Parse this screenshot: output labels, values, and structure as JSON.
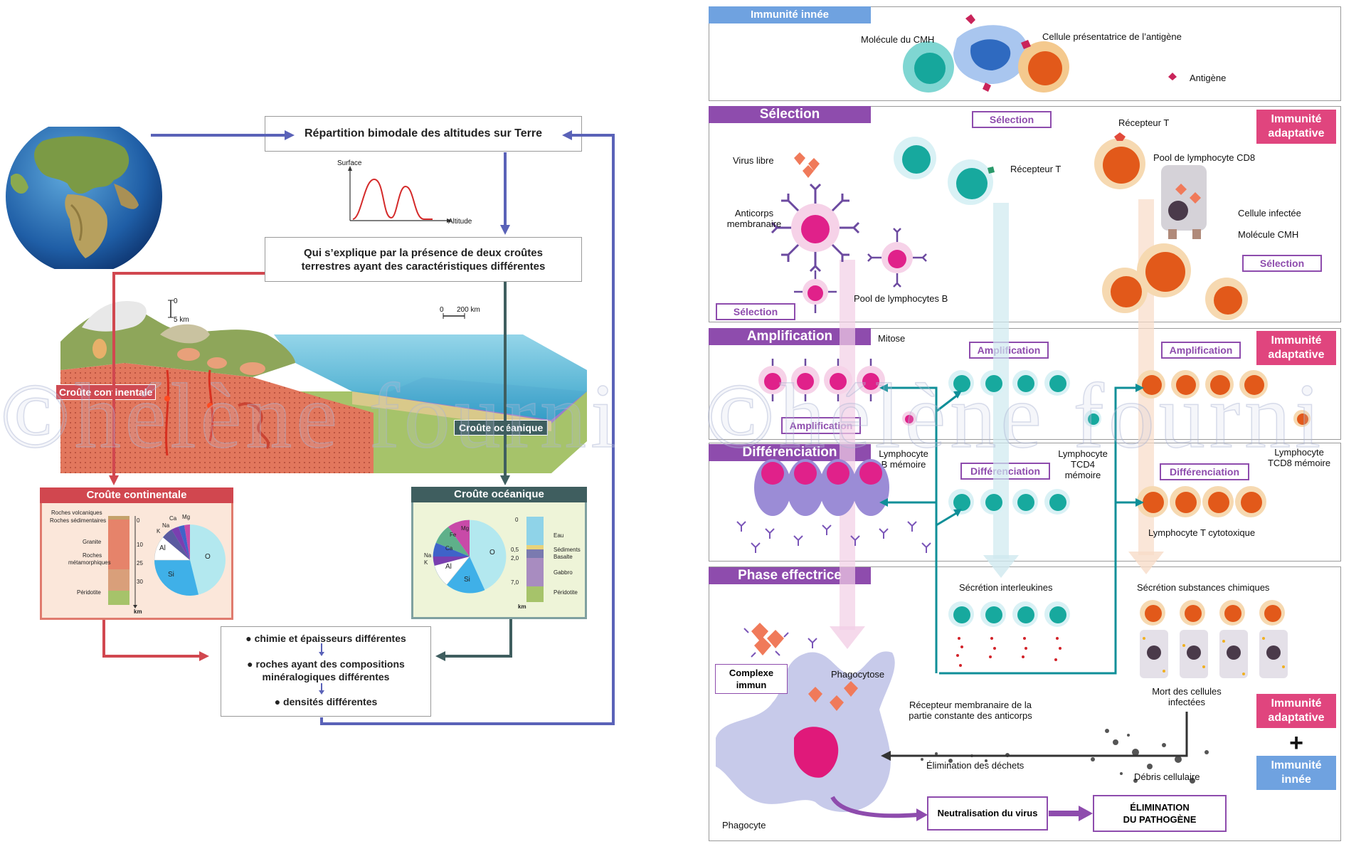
{
  "geology": {
    "box_top": "Répartition bimodale des altitudes sur Terre",
    "graph_surface": "Surface",
    "graph_altitude": "Altitude",
    "box_mid_line1": "Qui s’explique par la présence de deux croûtes",
    "box_mid_line2": "terrestres ayant des caractéristiques différentes",
    "scale_zero": "0",
    "scale_5km": "5 km",
    "scale_0": "0",
    "scale_200km": "200 km",
    "label_continental": "Croûte continentale",
    "label_oceanic": "Croûte océanique",
    "cont_panel": {
      "title": "Croûte continentale",
      "roches_volcaniques": "Roches volcaniques",
      "roches_sedimentaires": "Roches sédimentaires",
      "granite": "Granite",
      "roches_meta_1": "Roches",
      "roches_meta_2": "métamorphiques",
      "peridotite": "Péridotite",
      "depths": [
        "0",
        "10",
        "25",
        "30"
      ],
      "km": "km",
      "pie_labels": {
        "na": "Na",
        "k": "K",
        "ca": "Ca",
        "mg": "Mg",
        "al": "Al",
        "si": "Si",
        "o": "O"
      }
    },
    "oce_panel": {
      "title": "Croûte océanique",
      "eau": "Eau",
      "sediments": "Sédiments",
      "basalte": "Basalte",
      "gabbro": "Gabbro",
      "peridotite": "Péridotite",
      "depths": [
        "0",
        "0,5",
        "2,0",
        "7,0"
      ],
      "km": "km",
      "pie_labels": {
        "fe": "Fe",
        "mg": "Mg",
        "ca": "Ca",
        "na": "Na",
        "k": "K",
        "al": "Al",
        "si": "Si",
        "o": "O"
      }
    },
    "bullets": [
      "● chimie et épaisseurs différentes",
      "● roches ayant des compositions",
      "minéralogiques différentes",
      "● densités différentes"
    ],
    "watermark": "©hélène fourni"
  },
  "immunity": {
    "innee_header": "Immunité innée",
    "cmh": "Molécule du CMH",
    "apc": "Cellule présentatrice de l’antigène",
    "antigene": "Antigène",
    "selection_header": "Sélection",
    "selection_tag": "Sélection",
    "recepteur_t_1": "Récepteur T",
    "recepteur_t_2": "Récepteur T",
    "immunite_adaptative": "Immunité adaptative",
    "virus_libre": "Virus libre",
    "anticorps_1": "Anticorps",
    "anticorps_2": "membranaire",
    "pool_b": "Pool de lymphocytes B",
    "pool_cd8": "Pool de lymphocyte CD8",
    "cellule_infectee": "Cellule infectée",
    "molecule_cmh": "Molécule CMH",
    "amplification_header": "Amplification",
    "amplification_tag": "Amplification",
    "mitose": "Mitose",
    "lb_memoire_1": "Lymphocyte",
    "lb_memoire_2": "B mémoire",
    "tcd4_1": "Lymphocyte",
    "tcd4_2": "TCD4",
    "tcd4_3": "mémoire",
    "tcd8_1": "Lymphocyte",
    "tcd8_2": "TCD8 mémoire",
    "differenciation_header": "Différenciation",
    "differenciation_tag": "Différenciation",
    "lt_cytotoxique": "Lymphocyte T cytotoxique",
    "phase_header": "Phase effectrice",
    "secretion_il": "Sécrétion interleukines",
    "secretion_chim": "Sécrétion substances chimiques",
    "complexe_1": "Complexe",
    "complexe_2": "immun",
    "phagocytose": "Phagocytose",
    "recepteur_membr_1": "Récepteur membranaire de la",
    "recepteur_membr_2": "partie constante des anticorps",
    "mort_1": "Mort des cellules",
    "mort_2": "infectées",
    "elimination_dechets": "Élimination des déchets",
    "debris": "Débris cellulaire",
    "phagocyte": "Phagocyte",
    "neutralisation": "Neutralisation du virus",
    "elimination_1": "ÉLIMINATION",
    "elimination_2": "DU PATHOGÈNE",
    "plus": "+",
    "immunite_innee_bottom": "Immunité innée",
    "watermark": "©hélène fourni"
  },
  "colors": {
    "purple": "#8e4cad",
    "pink": "#e0457e",
    "blue_innee": "#6fa2e0",
    "teal": "#0f8f98",
    "red_crust": "#d1474f",
    "slate_ocean": "#3f5e5f",
    "blue_arrow": "#5a62b8"
  }
}
